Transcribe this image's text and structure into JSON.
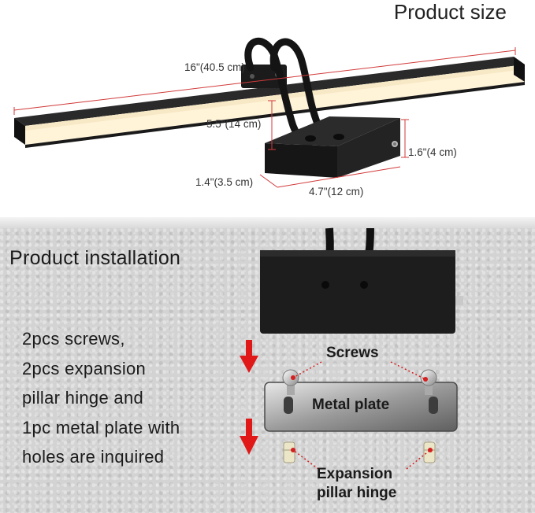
{
  "size_section": {
    "title": "Product size",
    "length": "16\"(40.5 cm)",
    "arm_height": "5.5\"(14 cm)",
    "base_height": "1.6\"(4 cm)",
    "base_depth": "1.4\"(3.5 cm)",
    "base_width": "4.7\"(12 cm)"
  },
  "install_section": {
    "title": "Product installation",
    "lines": [
      "2pcs screws,",
      "2pcs expansion",
      "pillar hinge and",
      "1pc metal plate with",
      "holes are inquired"
    ],
    "screws_label": "Screws",
    "plate_label": "Metal plate",
    "hinge_label_line1": "Expansion",
    "hinge_label_line2": "pillar hinge"
  },
  "colors": {
    "fixture": "#1a1a1a",
    "light": "#fff6e0",
    "dimension_line": "#d23a3a",
    "arrow": "#e01818"
  }
}
